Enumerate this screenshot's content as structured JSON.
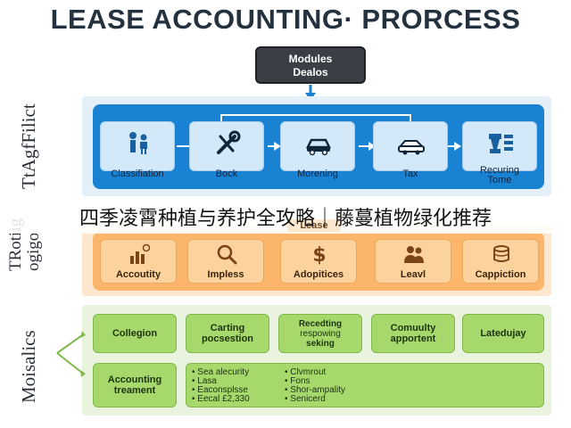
{
  "title": "LEASE ACCOUNTING· PRORCESS",
  "top_box": {
    "line1": "Modules",
    "line2": "Dealos"
  },
  "side_labels": {
    "row1": "TtAgfFilict",
    "row2_line1": "TRotiig",
    "row2_line2": "ogigo",
    "row3": "Moisalics"
  },
  "blue_row": [
    {
      "label": "Classifiation",
      "icon": "people-icon"
    },
    {
      "label": "Bock",
      "icon": "wrench-icon"
    },
    {
      "label": "Morening",
      "icon": "car-icon"
    },
    {
      "label": "Tax",
      "icon": "car-icon"
    },
    {
      "label_line1": "Recuring",
      "label_line2": "Tome",
      "icon": "machine-icon"
    }
  ],
  "lease_tag": "Lease",
  "orange_row": [
    {
      "label": "Accoutity",
      "icon": "bar-chart-icon"
    },
    {
      "label": "Impless",
      "icon": "magnifier-icon"
    },
    {
      "label": "Adopitices",
      "icon": "dollar-icon"
    },
    {
      "label": "Leavl",
      "icon": "people-icon"
    },
    {
      "label": "Cappiction",
      "icon": "database-icon"
    }
  ],
  "green_row": [
    {
      "line1": "Collegion"
    },
    {
      "line1": "Carting",
      "line2": "pocsestion"
    },
    {
      "line1": "Recedting",
      "line2": "respowing",
      "line3": "seking"
    },
    {
      "line1": "Comuulty",
      "line2": "apportent"
    },
    {
      "line1": "Latedujay"
    }
  ],
  "green_bottom": {
    "label_line1": "Accounting",
    "label_line2": "treament",
    "list_left": [
      "Sea alecurity",
      "Lasa",
      "Eaconsplsse",
      "Eecal £2,330"
    ],
    "list_right": [
      "Clvmrout",
      "Fons",
      "Shor-ampality",
      "Senicerd"
    ]
  },
  "overlay_text": "四季凌霄种植与养护全攻略｜藤蔓植物绿化推荐",
  "colors": {
    "blue": "#1a82d2",
    "orange": "#fbb66b",
    "green": "#a7d86b",
    "dark": "#3a3f46"
  }
}
